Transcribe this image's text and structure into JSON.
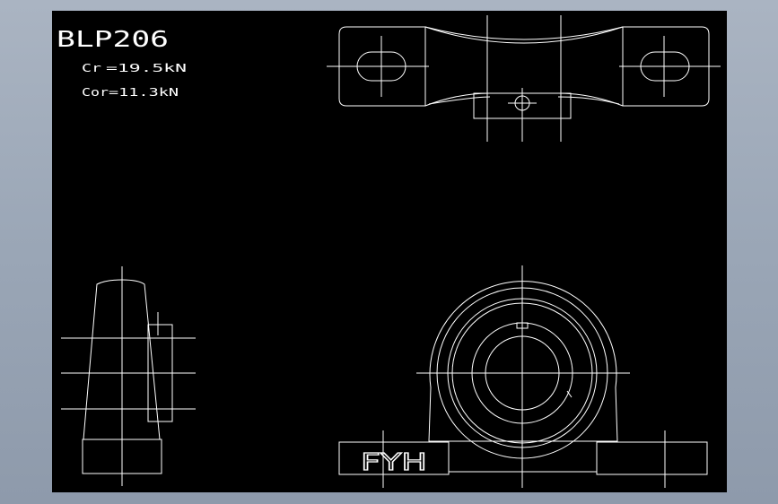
{
  "drawing": {
    "part_number": "BLP206",
    "ratings": [
      {
        "label": "Cr",
        "value": "=19.5kN"
      },
      {
        "label": "Cor",
        "value": "=11.3kN"
      }
    ],
    "brand": "FYH"
  },
  "colors": {
    "background": "#000000",
    "lines": "#ffffff",
    "frame": "#9aa6b6"
  }
}
